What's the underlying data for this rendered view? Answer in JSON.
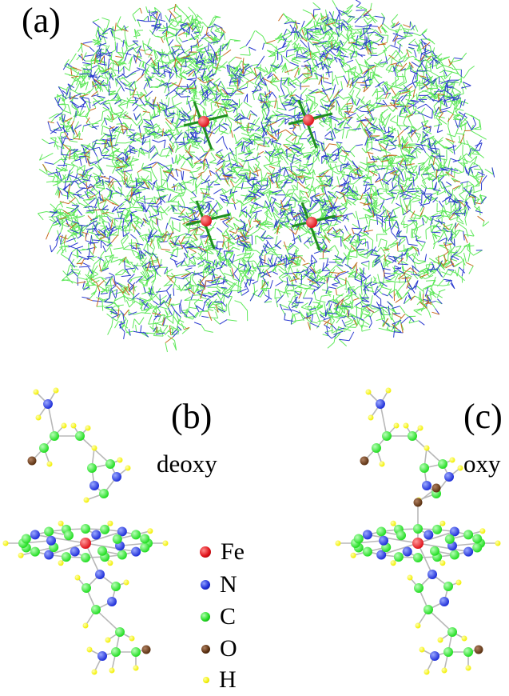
{
  "panels": {
    "a": {
      "label": "(a)"
    },
    "b": {
      "label": "(b)",
      "state": "deoxy"
    },
    "c": {
      "label": "(c)",
      "state": "oxy"
    }
  },
  "legend": [
    {
      "element": "Fe",
      "color": "#e0131b"
    },
    {
      "element": "N",
      "color": "#1f2fd8"
    },
    {
      "element": "C",
      "color": "#22dd22"
    },
    {
      "element": "O",
      "color": "#5a3010"
    },
    {
      "element": "H",
      "color": "#f2f000"
    }
  ],
  "colors": {
    "wire_carbon": "#5ee85a",
    "wire_nitrogen": "#2b3ad0",
    "wire_oxygen": "#c86a20",
    "bond": "#b8b8b8"
  }
}
